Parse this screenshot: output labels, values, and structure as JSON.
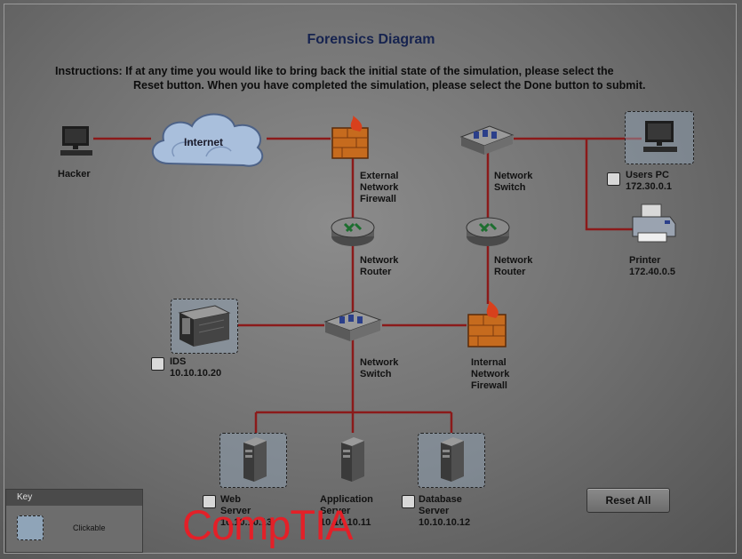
{
  "title": "Forensics Diagram",
  "instructions": {
    "line1": "Instructions: If at any time you would like to bring back the initial state of the simulation, please select the",
    "line2": "Reset button. When you have completed the simulation, please select the Done button to submit."
  },
  "cloud_label": "Internet",
  "nodes": {
    "hacker": {
      "label": "Hacker",
      "icon": "computer-icon"
    },
    "ext_firewall": {
      "label_lines": [
        "External",
        "Network",
        "Firewall"
      ],
      "icon": "firewall-icon"
    },
    "ext_router": {
      "label_lines": [
        "Network",
        "Router"
      ],
      "icon": "router-icon"
    },
    "top_switch": {
      "label_lines": [
        "Network",
        "Switch"
      ],
      "icon": "switch-icon"
    },
    "int_router": {
      "label_lines": [
        "Network",
        "Router"
      ],
      "icon": "router-icon"
    },
    "users_pc": {
      "label": "Users PC",
      "ip": "172.30.0.1",
      "icon": "computer-icon"
    },
    "printer": {
      "label": "Printer",
      "ip": "172.40.0.5",
      "icon": "printer-icon"
    },
    "ids": {
      "label": "IDS",
      "ip": "10.10.10.20",
      "icon": "ids-appliance-icon"
    },
    "core_switch": {
      "label_lines": [
        "Network",
        "Switch"
      ],
      "icon": "switch-icon"
    },
    "int_firewall": {
      "label_lines": [
        "Internal",
        "Network",
        "Firewall"
      ],
      "icon": "firewall-icon"
    },
    "web_server": {
      "label_lines": [
        "Web",
        "Server"
      ],
      "ip": "10.10.10.13",
      "icon": "server-icon"
    },
    "app_server": {
      "label_lines": [
        "Application",
        "Server"
      ],
      "ip": "10.10.10.11",
      "icon": "server-icon"
    },
    "db_server": {
      "label_lines": [
        "Database",
        "Server"
      ],
      "ip": "10.10.10.12",
      "icon": "server-icon"
    }
  },
  "key": {
    "title": "Key",
    "clickable_label": "Clickable"
  },
  "reset_button": {
    "label": "Reset All"
  },
  "brand": "CompTIA",
  "colors": {
    "link": "#8b1a1a",
    "brand": "#e32028",
    "title": "#16234f"
  }
}
